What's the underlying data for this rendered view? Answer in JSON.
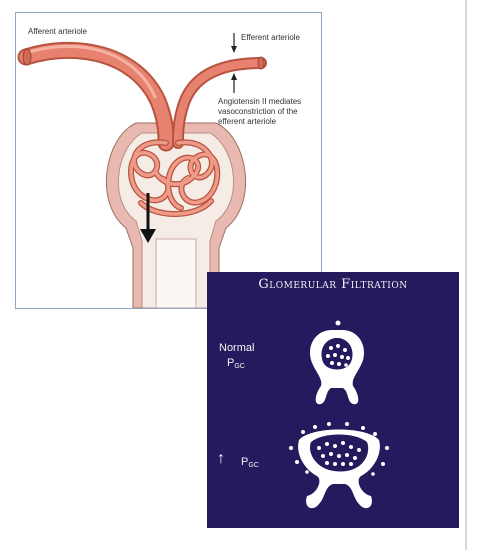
{
  "kidney": {
    "afferent_label": "Afferent arteriole",
    "efferent_label": "Efferent arteriole",
    "angiotensin_line1": "Angiotensin II mediates",
    "angiotensin_line2": "vasoconstriction of the",
    "angiotensin_line3": "efferent arteriole"
  },
  "filtration": {
    "title": "Glomerular Filtration",
    "normal_label": "Normal",
    "p_symbol": "P",
    "p_subscript": "GC",
    "increase_arrow": "↑"
  },
  "colors": {
    "vessel": "#e6826f",
    "vessel_dark": "#b8533f",
    "capsule_pink": "#e9b9b1",
    "panel_bg": "#241a5e"
  }
}
